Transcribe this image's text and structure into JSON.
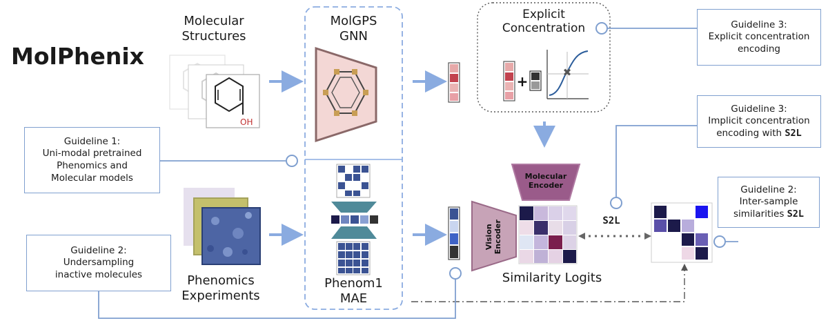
{
  "title": "MolPhenix",
  "labels": {
    "molecular_structures_1": "Molecular",
    "molecular_structures_2": "Structures",
    "molgps_1": "MolGPS",
    "molgps_2": "GNN",
    "explicit_1": "Explicit",
    "explicit_2": "Concentration",
    "phenomics_1": "Phenomics",
    "phenomics_2": "Experiments",
    "phenom_1": "Phenom1",
    "phenom_2": "MAE",
    "similarity_logits": "Similarity Logits",
    "molecular_encoder_1": "Molecular",
    "molecular_encoder_2": "Encoder",
    "vision_encoder_1": "Vision",
    "vision_encoder_2": "Encoder",
    "oh": "OH",
    "s2l_mid": "S2L"
  },
  "guidelines": {
    "g1": {
      "l1": "Guideline 1:",
      "l2": "Uni-modal pretrained",
      "l3": "Phenomics and",
      "l4": "Molecular models"
    },
    "g2a": {
      "l1": "Guideline 2:",
      "l2": "Undersampling",
      "l3": "inactive molecules"
    },
    "g3a": {
      "l1": "Guideline 3:",
      "l2": "Explicit concentration",
      "l3": "encoding"
    },
    "g3b": {
      "l1": "Guideline 3:",
      "l2": "Implicit concentration",
      "l3": "encoding with",
      "code": "S2L"
    },
    "g2b": {
      "l1": "Guideline 2:",
      "l2": "Inter-sample",
      "l3": "similarities",
      "code": "S2L"
    }
  },
  "colors": {
    "accent_blue": "#7f9fcf",
    "arrow_blue": "#8aabe0",
    "gnn_fill": "#f3d7d5",
    "gnn_stroke": "#8a6868",
    "encoder_purple": "#9a5b8a",
    "mae_teal": "#4f8a99",
    "dark_navy": "#1c1a4a"
  }
}
